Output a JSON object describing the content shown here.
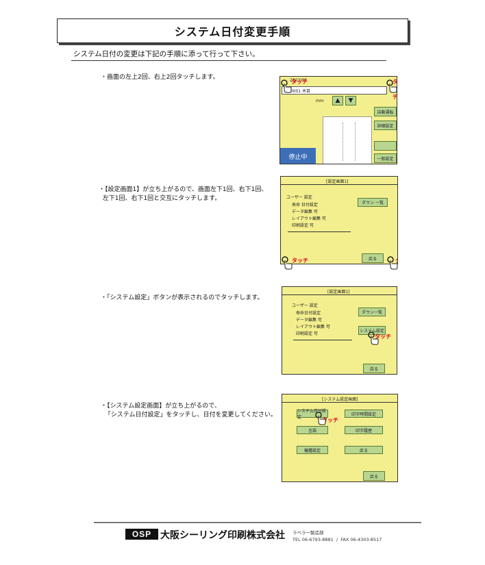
{
  "title": "システム日付変更手順",
  "intro": "システム日付の変更は下記の手順に添って行って下さい。",
  "steps": [
    {
      "text": "・画面の左上2回、右上2回タッチします。"
    },
    {
      "text": "・【設定画面1】が立ち上がるので、画面左下1回、右下1回、\n  左下1回、右下1回と交互にタッチします。"
    },
    {
      "text": "・「システム設定」ボタンが表示されるのでタッチします。"
    },
    {
      "text": "・【システム設定画面】が立ち上がるので、\n  「システム日付設定」をタッチし、日付を変更してください。"
    }
  ],
  "touch_label": "タッチ",
  "screen1": {
    "date": "2023/08",
    "record": "00001 木目",
    "unit": "mm",
    "side_buttons": [
      "自動運転",
      "詳細設定",
      "",
      "一般設定"
    ],
    "status": "停止中"
  },
  "screen2": {
    "title": "[設定画面1]",
    "group_title": "ユーザー 設定",
    "items": [
      "寿命 日付設定",
      "データ編集 可",
      "レイアウト編集 可",
      "印刷設定 可"
    ],
    "button": "ダウン 一覧",
    "back": "戻る"
  },
  "screen3": {
    "title": "[設定画面1]",
    "group_title": "ユーザー 設定",
    "items": [
      "寿命日付設定",
      "データ編集 可",
      "レイアウト編集 可",
      "印刷設定 可"
    ],
    "btn_a": "ダウン一覧",
    "btn_b": "システム設定",
    "back": "戻る"
  },
  "screen4": {
    "title": "[システム設定画面]",
    "buttons": [
      "システム日付設定",
      "印字時間設定",
      "言語",
      "印字履歴",
      "機種設定",
      "戻る"
    ],
    "back": "戻る"
  },
  "footer": {
    "logo": "OSP",
    "company": "大阪シーリング印刷株式会社",
    "dept": "ラベラー製造部",
    "contact": "TEL 06-6793-8881  /  FAX 06-4303-8517"
  }
}
